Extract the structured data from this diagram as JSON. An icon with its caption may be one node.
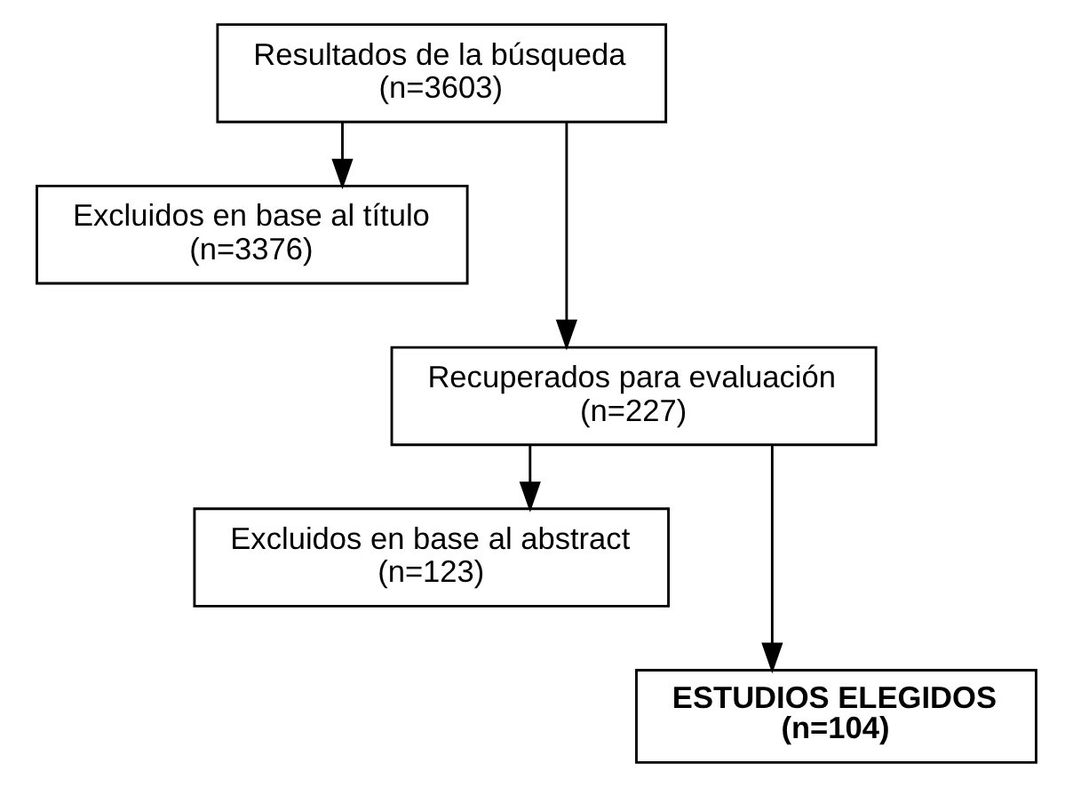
{
  "diagram": {
    "nodes": [
      {
        "text": [
          "Resultados de la búsqueda",
          "(n=3603)"
        ]
      },
      {
        "text": [
          "Excluidos en base al título",
          "(n=3376)"
        ]
      },
      {
        "text": [
          "Recuperados para evaluación",
          "(n=227)"
        ]
      },
      {
        "text": [
          "Excluidos en base al abstract",
          "(n=123)"
        ]
      },
      {
        "text": [
          "ESTUDIOS ELEGIDOS",
          "(n=104)"
        ]
      }
    ],
    "edges": [
      {
        "from": 0,
        "to": 1,
        "arrow": "to"
      },
      {
        "from": 0,
        "to": 2,
        "arrow": "to"
      },
      {
        "from": 2,
        "to": 3,
        "arrow": "to"
      },
      {
        "from": 2,
        "to": 4,
        "arrow": "to"
      }
    ]
  }
}
